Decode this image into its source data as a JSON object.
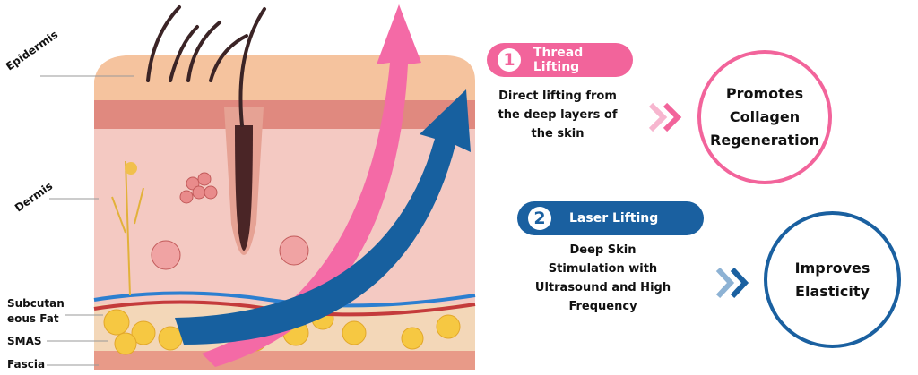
{
  "labels": {
    "epidermis": "Epidermis",
    "dermis": "Dermis",
    "subcutaneous_fat_line1": "Subcutan",
    "subcutaneous_fat_line2": "eous Fat",
    "smas": "SMAS",
    "fascia": "Fascia"
  },
  "thread": {
    "number": "1",
    "title": "Thread Lifting",
    "desc": [
      "Direct lifting from",
      "the deep layers of",
      "the skin"
    ],
    "result": [
      "Promotes",
      "Collagen",
      "Regeneration"
    ],
    "color": "#f2649b"
  },
  "laser": {
    "number": "2",
    "title": "Laser Lifting",
    "desc": [
      "Deep Skin",
      "Stimulation with",
      "Ultrasound and High",
      "Frequency"
    ],
    "result": [
      "Improves",
      "Elasticity"
    ],
    "color": "#1a60a0"
  }
}
